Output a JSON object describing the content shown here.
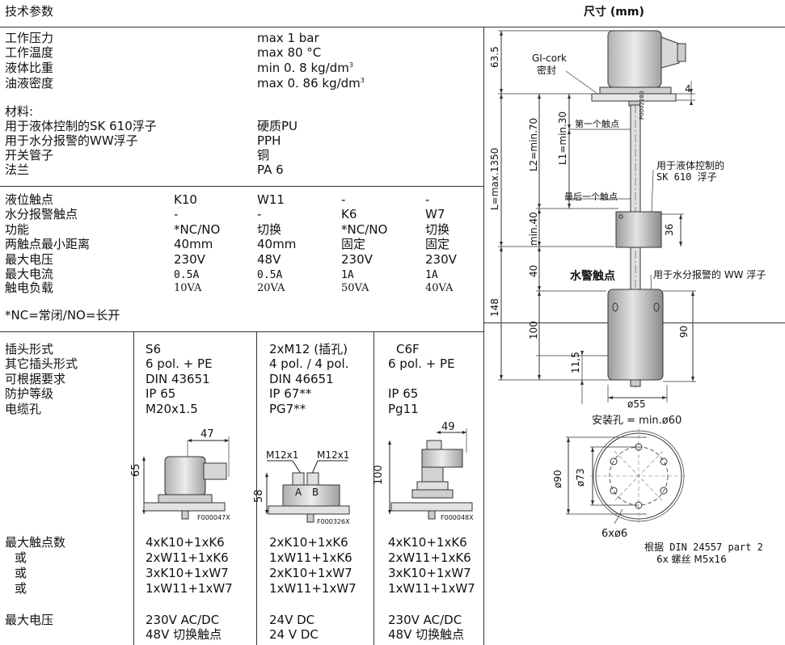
{
  "header": {
    "spec_title": "技术参数",
    "dim_title": "尺寸 (mm)"
  },
  "basic": {
    "rows": [
      {
        "label": "工作压力",
        "value": "max 1 bar"
      },
      {
        "label": "工作温度",
        "value": "max  80 °C"
      },
      {
        "label": "液体比重",
        "value": "min  0. 8  kg/dm",
        "sup": "3"
      },
      {
        "label": "油液密度",
        "value": "max 0. 86  kg/dm",
        "sup": "3"
      }
    ]
  },
  "material": {
    "heading": "材料:",
    "rows": [
      {
        "label": "用于液体控制的SK 610浮子",
        "value": "硬质PU"
      },
      {
        "label": "用于水分报警的WW浮子",
        "value": "PPH"
      },
      {
        "label": "开关管子",
        "value": "铜"
      },
      {
        "label": "法兰",
        "value": "PA 6"
      }
    ]
  },
  "contacts": {
    "labels": [
      "液位触点",
      "水分报警触点",
      "功能",
      "两触点最小距离",
      "最大电压",
      "最大电流",
      "触电负载"
    ],
    "columns": [
      [
        "K10",
        "-",
        "*NC/NO",
        "40mm",
        "230V",
        "0.5A",
        "10VA"
      ],
      [
        "W11",
        "-",
        "切换",
        "40mm",
        "48V",
        "0.5A",
        "20VA"
      ],
      [
        "-",
        "K6",
        "*NC/NO",
        "固定",
        "230V",
        "1A",
        "50VA"
      ],
      [
        "-",
        "W7",
        "切换",
        "固定",
        "230V",
        "1A",
        "40VA"
      ]
    ],
    "note": "*NC=常闭/NO=长开"
  },
  "plugs": {
    "labels": [
      "插头形式",
      "其它插头形式",
      "可根据要求",
      "防护等级",
      "电缆孔"
    ],
    "columns": [
      [
        "S6",
        "6 pol. + PE",
        "DIN 43651",
        "IP 65",
        "M20x1.5"
      ],
      [
        "2xM12 (插孔)",
        "4 pol. / 4 pol.",
        "DIN 46651",
        "IP 67**",
        "PG7**"
      ],
      [
        "C6F",
        "6 pol. + PE",
        "",
        "IP 65",
        "Pg11"
      ]
    ]
  },
  "sketches": {
    "s6": {
      "dim_w": "47",
      "dim_h": "65",
      "code": "F000047X"
    },
    "m12": {
      "left_label": "M12x1",
      "right_label": "M12x1",
      "a": "A",
      "b": "B",
      "dim_h": "58",
      "code": "F000326X"
    },
    "c6f": {
      "dim_w": "49",
      "dim_h": "100",
      "code": "F000048X"
    }
  },
  "max_contacts": {
    "labels": [
      "最大触点数",
      "或",
      "或",
      "或"
    ],
    "columns": [
      [
        "4xK10+1xK6",
        "2xW11+1xK6",
        "3xK10+1xW7",
        "1xW11+1xW7"
      ],
      [
        "2xK10+1xK6",
        "1xW11+1xK6",
        "2xK10+1xW7",
        "1xW11+1xW7"
      ],
      [
        "4xK10+1xK6",
        "2xW11+1xK6",
        "3xK10+1xW7",
        "1xW11+1xW7"
      ]
    ]
  },
  "max_voltage": {
    "label": "最大电压",
    "columns": [
      [
        "230V AC/DC",
        "48V 切换触点"
      ],
      [
        "24V DC",
        "24  V  DC"
      ],
      [
        "230V AC/DC",
        "48V 切换触点"
      ]
    ]
  },
  "drawing": {
    "dims": {
      "d63_5": "63.5",
      "d4": "4",
      "L": "L=max.1350",
      "L2": "L2=min.70",
      "L1": "L1=min.30",
      "min40": "min.40",
      "d36": "36",
      "d40": "40",
      "d148": "148",
      "d100": "100",
      "d90": "90",
      "d11_5": "11,5",
      "dia55": "ø55"
    },
    "labels": {
      "gicork_1": "GI-cork",
      "gicork_2": "密封",
      "first_contact": "第一个触点",
      "last_contact": "最后一个触点",
      "sk610_1": "用于液体控制的",
      "sk610_2": "SK 610 浮子",
      "water_contact": "水警触点",
      "ww_float": "用于水分报警的 WW 浮子",
      "tube_code": "P0002280"
    },
    "mount": {
      "hole": "安装孔 = min.ø60",
      "dia90": "ø90",
      "dia73": "ø73",
      "holes": "6xø6",
      "std_1": "根据 DIN 24557 part 2",
      "std_2": "6x 螺丝 M5x16"
    }
  }
}
